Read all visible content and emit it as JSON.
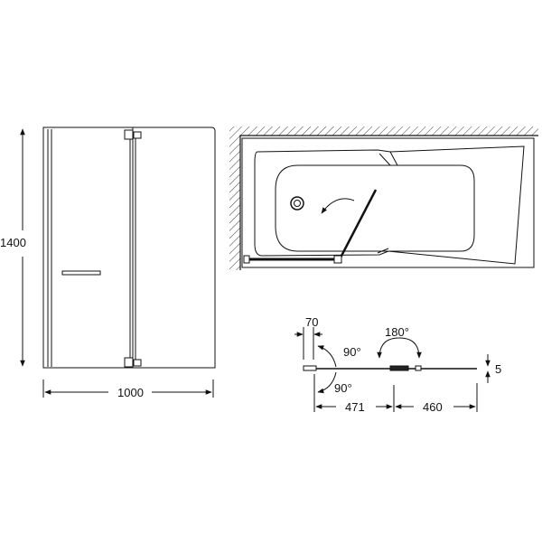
{
  "front_view": {
    "height_label": "1400",
    "width_label": "1000"
  },
  "plan_view": {},
  "detail_view": {
    "hinge_depth_label": "70",
    "rotation_left_upper_label": "90°",
    "rotation_left_lower_label": "90°",
    "rotation_fold_label": "180°",
    "glass_thickness_label": "5",
    "fixed_panel_label": "471",
    "folding_panel_label": "460"
  },
  "colors": {
    "line": "#111111",
    "background": "#ffffff"
  }
}
